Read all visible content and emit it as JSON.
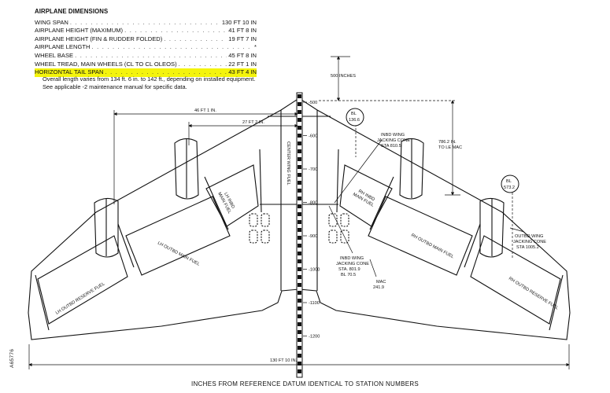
{
  "dimensions": {
    "title": "AIRPLANE DIMENSIONS",
    "rows": [
      {
        "label": "WING SPAN",
        "value": "130 FT 10 IN"
      },
      {
        "label": "AIRPLANE HEIGHT (MAXIMUM)",
        "value": "41 FT 8 IN"
      },
      {
        "label": "AIRPLANE HEIGHT (FIN & RUDDER FOLDED)",
        "value": "19 FT 7 IN"
      },
      {
        "label": "AIRPLANE LENGTH",
        "value": "*"
      },
      {
        "label": "WHEEL BASE",
        "value": "45 FT 8 IN"
      },
      {
        "label": "WHEEL TREAD, MAIN WHEELS (CL TO CL OLEOS)",
        "value": "22 FT 1 IN"
      },
      {
        "label": "HORIZONTAL TAIL SPAN",
        "value": "43 FT 4 IN",
        "highlighted": true
      }
    ],
    "highlight_color": "#f4f40d",
    "note_line1": "Overall length varies from 134 ft. 6 in. to 142 ft., depending on installed equipment.",
    "note_line2": "See applicable -2 maintenance manual for specific data."
  },
  "figure_id": "A65776",
  "footer": "INCHES FROM REFERENCE DATUM IDENTICAL TO STATION NUMBERS",
  "diagram": {
    "stations": [
      "-500",
      "-600",
      "-700",
      "-800",
      "-900",
      "-1000",
      "-1100",
      "-1200"
    ],
    "dim_46ft": "46 FT 1 IN.",
    "dim_27ft": "27 FT 2 IN.",
    "dim_500in": "500 INCHES",
    "dim_786_line1": "786.2 IN.",
    "dim_786_line2": "TO LE MAC",
    "dim_130ft": "130 FT 10 IN.",
    "bl_136": {
      "l1": "BL",
      "l2": "136.6"
    },
    "bl_573": {
      "l1": "BL",
      "l2": "573.2"
    },
    "inbd_cone": {
      "l1": "INBD WING",
      "l2": "JACKING CONE",
      "l3": "STA 810.5"
    },
    "inbd_cone_lower": {
      "l1": "INBD WING",
      "l2": "JACKING CONE",
      "l3": "STA. 801.9",
      "l4": "BL 70.5"
    },
    "outbd_cone": {
      "l1": "OUTBD WING",
      "l2": "JACKING CONE",
      "l3": "STA 1005.2"
    },
    "mac": {
      "l1": "MAC",
      "l2": "241.9"
    },
    "tanks": {
      "center": "CENTER WING FUEL",
      "lh_inbd_1": "LH INBD",
      "lh_inbd_2": "MAIN FUEL",
      "rh_inbd_1": "RH INBD",
      "rh_inbd_2": "MAIN FUEL",
      "lh_outbd": "LH OUTBD MAIN FUEL",
      "rh_outbd": "RH OUTBD MAIN FUEL",
      "lh_reserve": "LH OUTBD RESERVE FUEL",
      "rh_reserve": "RH OUTBD RESERVE FUEL"
    }
  }
}
